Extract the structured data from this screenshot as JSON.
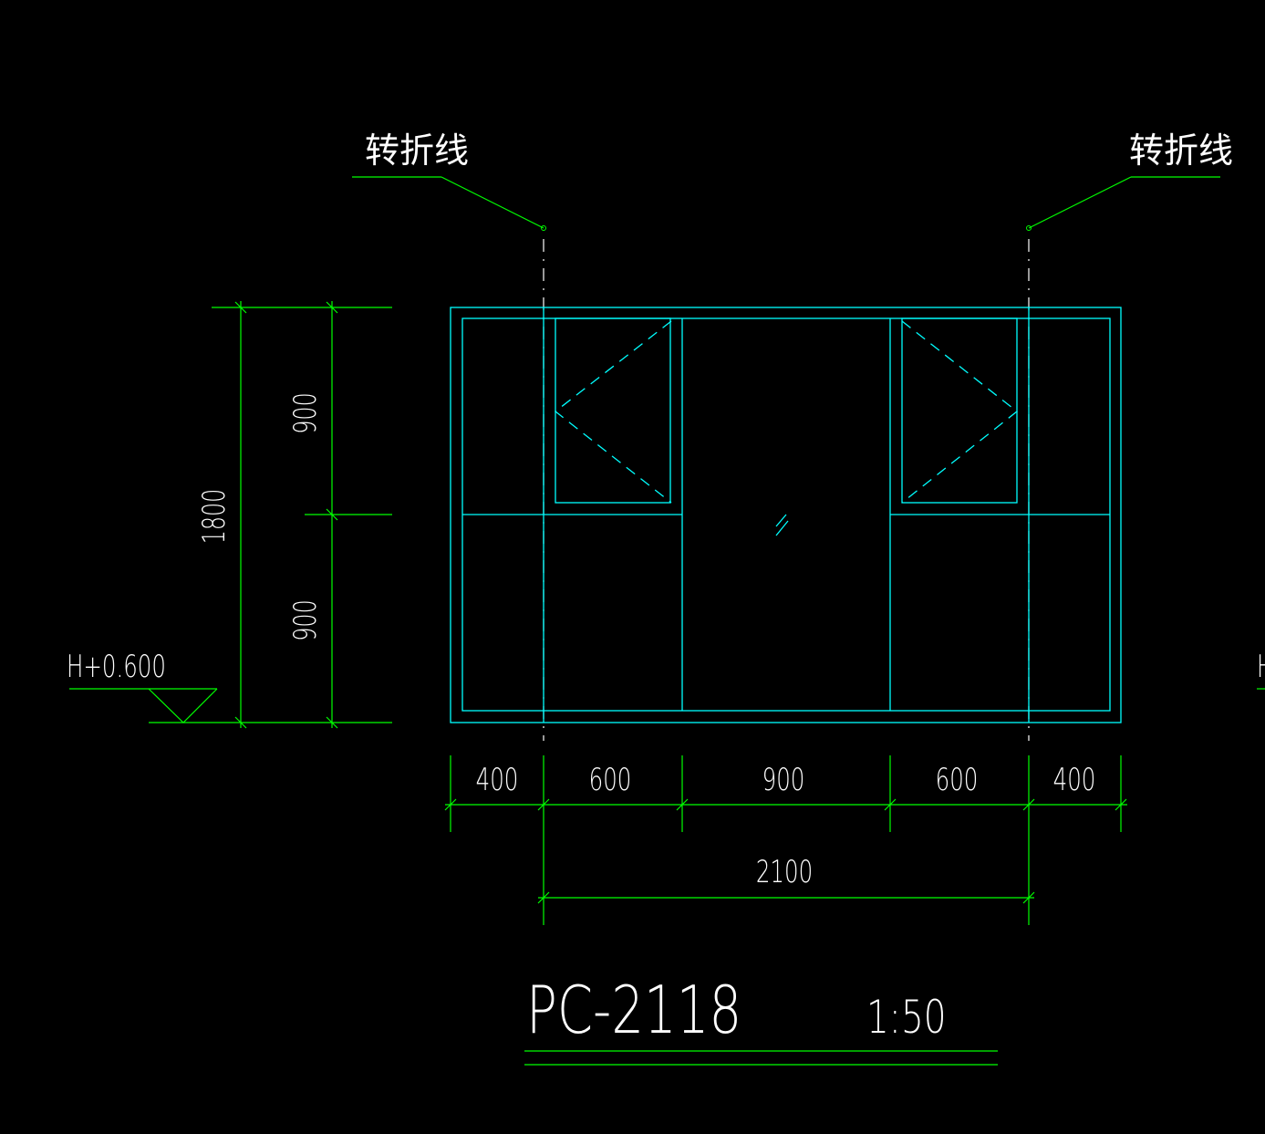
{
  "callouts": {
    "left_label": "转折线",
    "right_label": "转折线"
  },
  "dimensions": {
    "height_total": "1800",
    "height_upper": "900",
    "height_lower": "900",
    "width_segments": [
      "400",
      "600",
      "900",
      "600",
      "400"
    ],
    "width_inner": "2100"
  },
  "elevation": {
    "label": "H+0.600",
    "right_partial": "H"
  },
  "title": {
    "code": "PC-2118",
    "scale": "1:50"
  },
  "colors": {
    "background": "#000000",
    "dimension_lines": "#00ff00",
    "window_outline": "#00ffff",
    "text": "#ffffff"
  }
}
